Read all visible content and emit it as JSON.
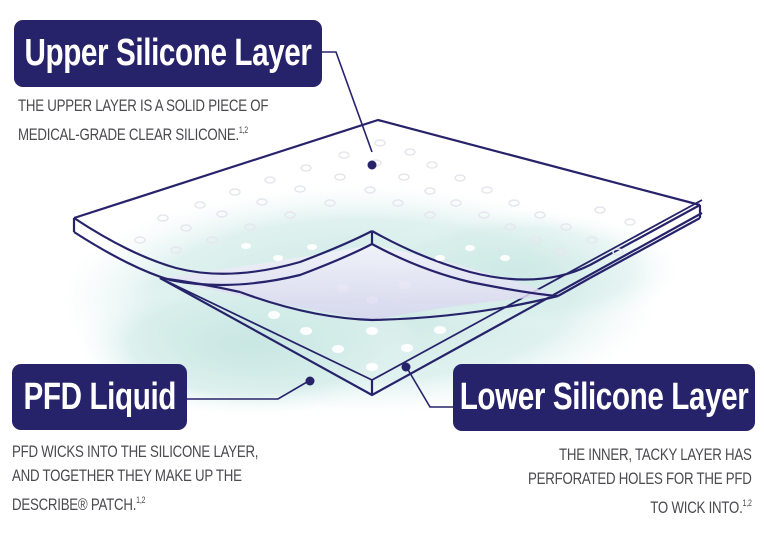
{
  "diagram": {
    "type": "layered patch illustration",
    "colors": {
      "label_bg": "#27236b",
      "outline": "#27236b",
      "liquid": "#cfe9e6",
      "text": "#4a4a4f"
    }
  },
  "callouts": {
    "upper": {
      "title": "Upper Silicone Layer",
      "lines": [
        "THE UPPER LAYER IS A SOLID PIECE OF",
        "MEDICAL-GRADE CLEAR SILICONE."
      ],
      "footnote": "1,2"
    },
    "pfd": {
      "title": "PFD Liquid",
      "lines": [
        "PFD WICKS INTO THE SILICONE LAYER,",
        "AND TOGETHER THEY MAKE UP THE",
        "DESCRIBE® PATCH."
      ],
      "footnote": "1,2"
    },
    "lower": {
      "title": "Lower Silicone Layer",
      "lines": [
        "THE INNER, TACKY LAYER HAS",
        "PERFORATED HOLES FOR THE PFD",
        "TO WICK INTO."
      ],
      "footnote": "1,2"
    }
  }
}
